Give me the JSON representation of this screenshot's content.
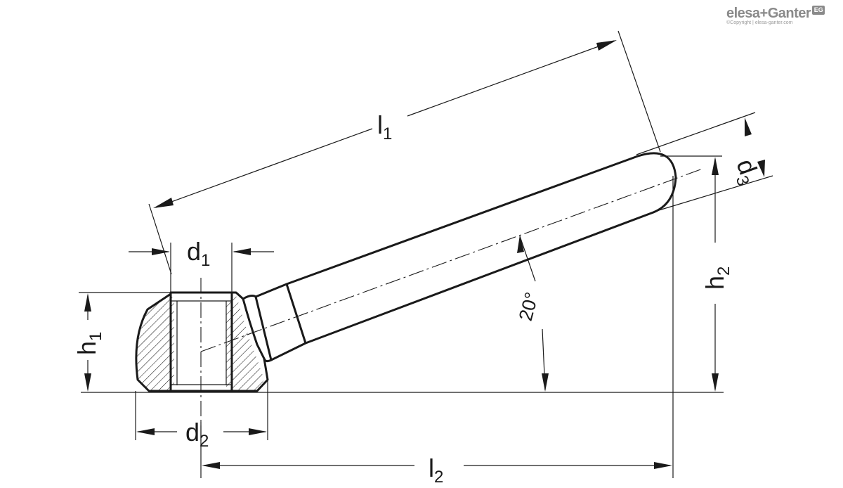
{
  "brand": {
    "name": "elesa+Ganter",
    "logo_mark": "EG",
    "copyright": "©Copyright | elesa-ganter.com"
  },
  "labels": {
    "l1": {
      "main": "l",
      "sub": "1"
    },
    "l2": {
      "main": "l",
      "sub": "2"
    },
    "d1": {
      "main": "d",
      "sub": "1"
    },
    "d2": {
      "main": "d",
      "sub": "2"
    },
    "d3": {
      "main": "d",
      "sub": "3"
    },
    "h1": {
      "main": "h",
      "sub": "1"
    },
    "h2": {
      "main": "h",
      "sub": "2"
    },
    "angle": "20°"
  },
  "colors": {
    "line": "#1a1a1a",
    "brand": "#8a8a8a"
  }
}
